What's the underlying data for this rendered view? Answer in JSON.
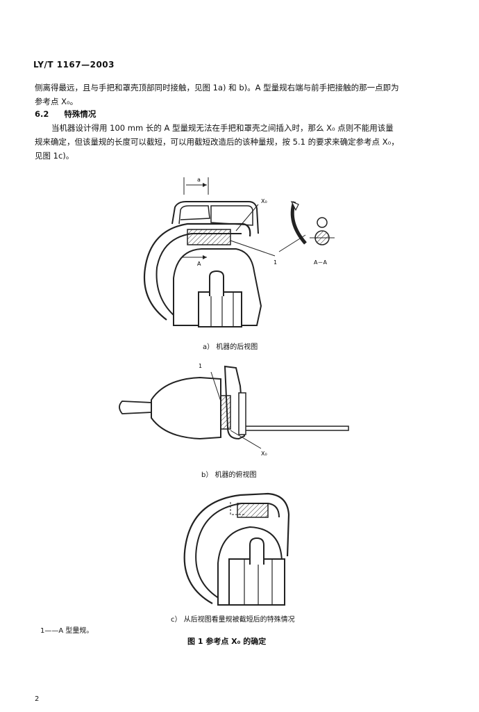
{
  "header": {
    "standard_code": "LY/T 1167—2003"
  },
  "body": {
    "para_intro_line1": "侧离得最远，且与手把和罩壳顶部同时接触，见图 1a) 和 b)。A 型量规右端与前手把接触的那一点即为",
    "para_intro_line2": "参考点 X₀。",
    "section_number": "6.2",
    "section_title": "特殊情况",
    "para_special_line1": "当机器设计得用 100 mm 长的 A 型量规无法在手把和罩壳之间插入时，那么 X₀ 点则不能用该量",
    "para_special_line2": "规来确定，但该量规的长度可以截短，可以用截短改造后的该种量规，按 5.1 的要求来确定参考点 X₀，",
    "para_special_line3": "见图 1c)。"
  },
  "figure_a": {
    "label_a": "a",
    "label_A_top": "A",
    "label_A_bottom": "A",
    "label_x0": "X₀",
    "label_1": "1",
    "label_section": "A－A",
    "caption": "a）  机器的后视图"
  },
  "figure_b": {
    "label_1": "1",
    "label_x0": "X₀",
    "caption": "b）  机器的俯视图"
  },
  "figure_c": {
    "caption": "c）  从后视图看量规被截短后的特殊情况"
  },
  "legend_note": "1——A 型量规。",
  "figure_title": "图 1   参考点 X₀ 的确定",
  "page_number": "2"
}
